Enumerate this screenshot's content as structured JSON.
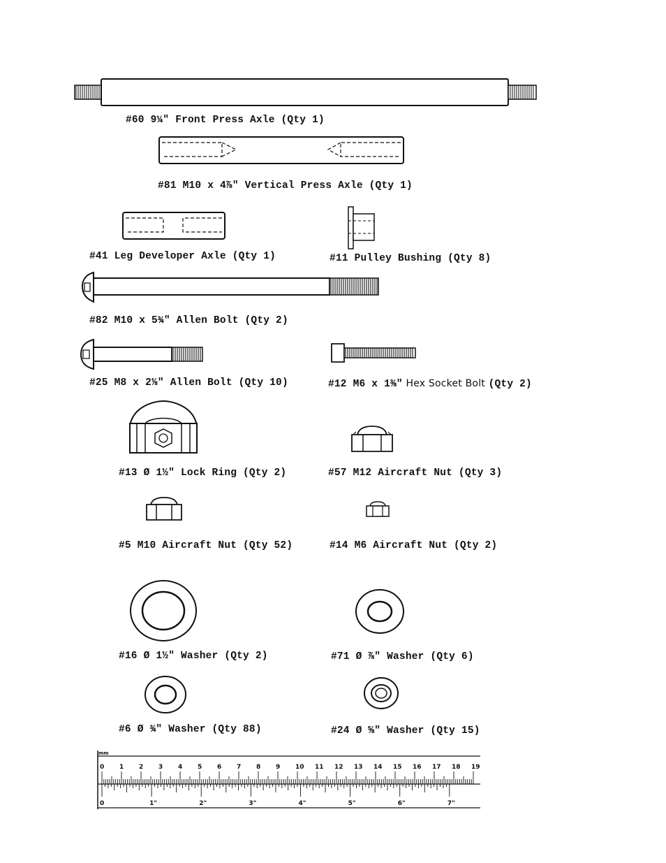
{
  "parts": [
    {
      "id": "part-60",
      "label": "#60 9¼\" Front Press Axle (Qty 1)"
    },
    {
      "id": "part-81",
      "label": "#81 M10 x 4⅞\" Vertical Press Axle (Qty 1)"
    },
    {
      "id": "part-41",
      "label": "#41 Leg Developer Axle (Qty 1)"
    },
    {
      "id": "part-11",
      "label": "#11 Pulley Bushing (Qty 8)"
    },
    {
      "id": "part-82",
      "label": "#82 M10 x 5¾\" Allen Bolt (Qty 2)"
    },
    {
      "id": "part-25",
      "label": "#25 M8 x 2⅛\" Allen Bolt (Qty 10)"
    },
    {
      "id": "part-12",
      "label_bold": "#12 M6 x 1⅜\"",
      "label_plain": " Hex Socket Bolt ",
      "label_tail": "(Qty 2)"
    },
    {
      "id": "part-13",
      "label": "#13 Ø 1½\" Lock Ring (Qty 2)"
    },
    {
      "id": "part-57",
      "label": "#57 M12 Aircraft Nut (Qty 3)"
    },
    {
      "id": "part-5",
      "label": "#5 M10 Aircraft Nut (Qty 52)"
    },
    {
      "id": "part-14",
      "label": "#14 M6 Aircraft Nut (Qty 2)"
    },
    {
      "id": "part-16",
      "label": "#16 Ø 1½\" Washer (Qty 2)"
    },
    {
      "id": "part-71",
      "label": "#71 Ø ⅞\" Washer (Qty 6)"
    },
    {
      "id": "part-6",
      "label": "#6 Ø ¾\" Washer (Qty 88)"
    },
    {
      "id": "part-24",
      "label": "#24 Ø ⅝\" Washer (Qty 15)"
    }
  ],
  "ruler": {
    "unit_mm": "mm",
    "cm_labels": [
      "0",
      "1",
      "2",
      "3",
      "4",
      "5",
      "6",
      "7",
      "8",
      "9",
      "10",
      "11",
      "12",
      "13",
      "14",
      "15",
      "16",
      "17",
      "18",
      "19"
    ],
    "inch_labels": [
      "0",
      "1\"",
      "2\"",
      "3\"",
      "4\"",
      "5\"",
      "6\"",
      "7\""
    ]
  }
}
